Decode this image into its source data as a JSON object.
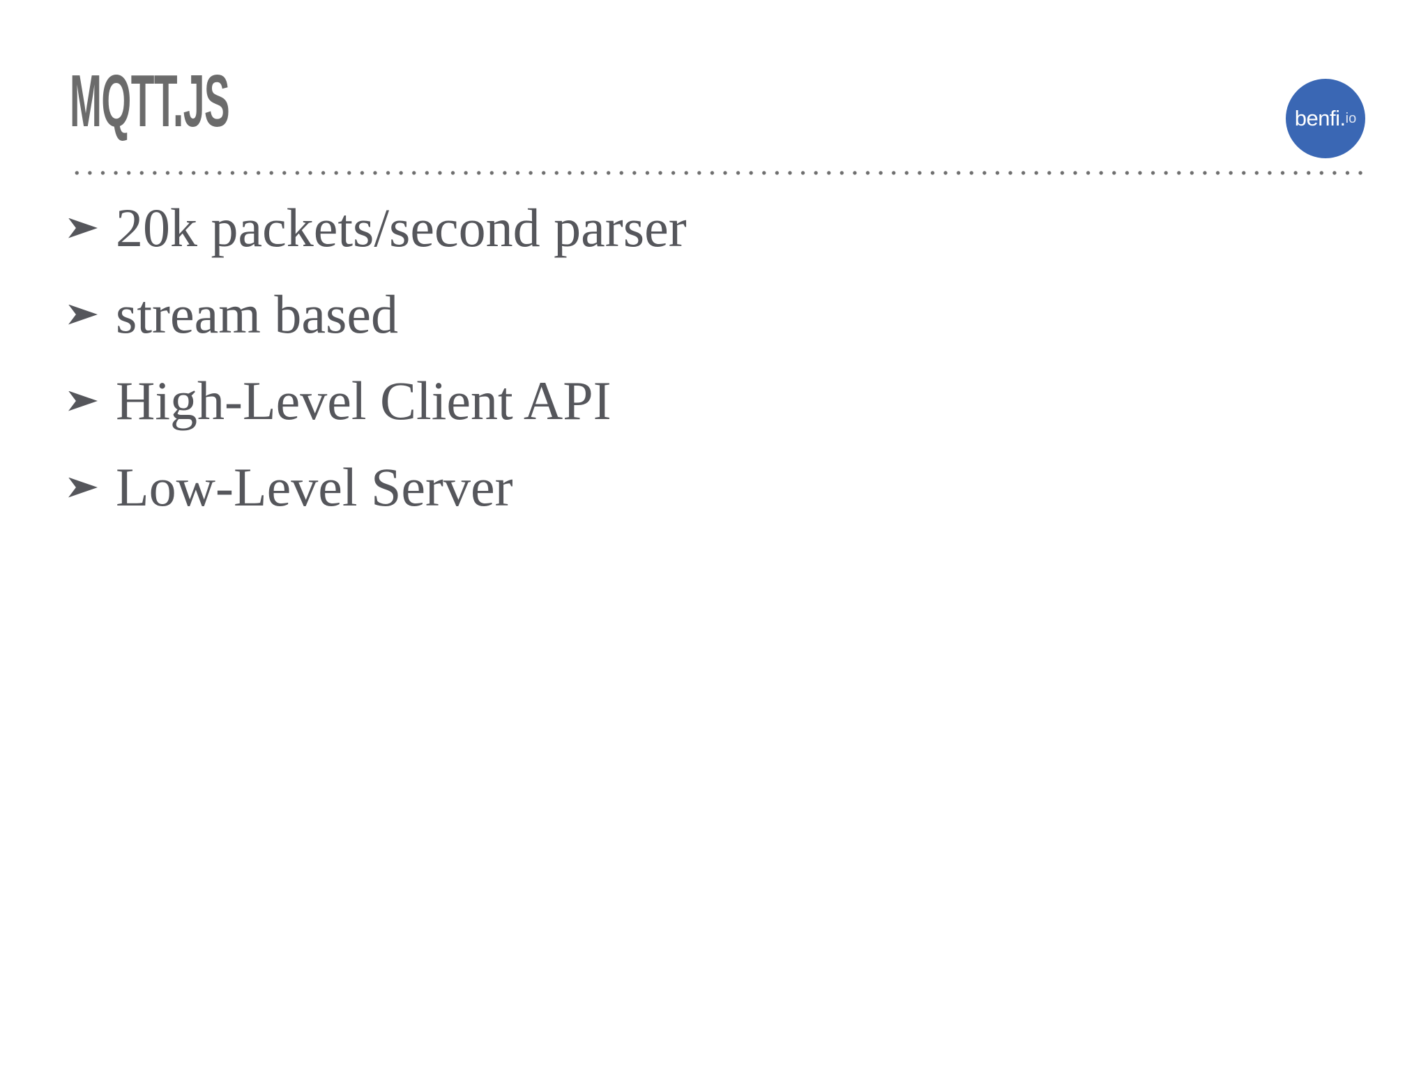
{
  "slide": {
    "title": "MQTT.JS",
    "bullets": [
      "20k packets/second parser",
      "stream based",
      "High-Level Client API",
      "Low-Level Server"
    ],
    "logo": {
      "name": "benfi.",
      "suffix": "io"
    },
    "icons": {
      "bullet": "arrowhead-right-icon"
    },
    "colors": {
      "background": "#ffffff",
      "title": "#6b6b6b",
      "body_text": "#55565b",
      "divider_dots": "#6f6f6f",
      "logo_background": "#3a67b4",
      "logo_text": "#ffffff"
    }
  }
}
